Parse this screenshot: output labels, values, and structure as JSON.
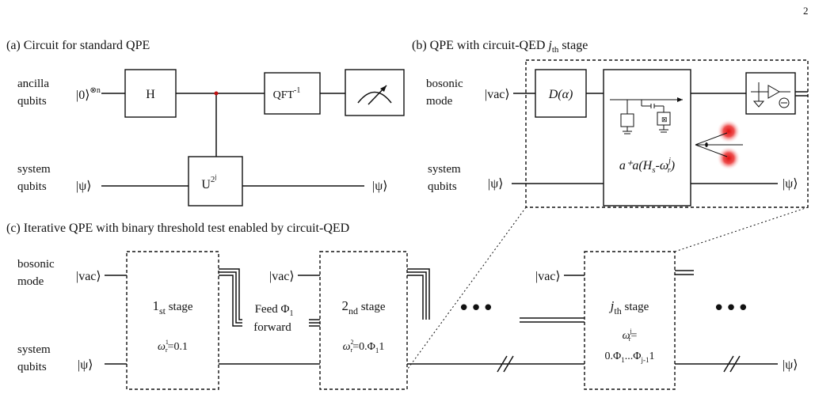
{
  "page_number": "2",
  "panel_a": {
    "caption": "(a) Circuit for standard QPE",
    "label_ancilla_1": "ancilla",
    "label_ancilla_2": "qubits",
    "label_system_1": "system",
    "label_system_2": "qubits",
    "ket_in_ancilla": "|0⟩",
    "ket_in_ancilla_sup": "⊗n",
    "ket_in_system": "|ψ⟩",
    "ket_out_system": "|ψ⟩",
    "gate_h": "H",
    "gate_u": "U",
    "gate_u_sup": "2",
    "gate_u_supsup": "j",
    "gate_qft": "QFT",
    "gate_qft_sup": "-1",
    "meter_icon": "measurement-meter-icon"
  },
  "panel_b": {
    "caption_prefix": "(b) QPE with circuit-QED ",
    "caption_j": "j",
    "caption_sub": "th",
    "caption_suffix": " stage",
    "label_bosonic_1": "bosonic",
    "label_bosonic_2": "mode",
    "label_system_1": "system",
    "label_system_2": "qubits",
    "ket_vac": "|vac⟩",
    "ket_in_system": "|ψ⟩",
    "ket_out_system": "|ψ⟩",
    "gate_displacement": "D(α)",
    "interaction": "a⁺a(H",
    "interaction_sub": "s",
    "interaction_mid": "-ω",
    "interaction_sup": "j",
    "interaction_sub2": "r",
    "interaction_end": ")"
  },
  "panel_c": {
    "caption": "(c) Iterative QPE with binary threshold test enabled by circuit-QED",
    "label_bosonic_1": "bosonic",
    "label_bosonic_2": "mode",
    "label_system_1": "system",
    "label_system_2": "qubits",
    "ket_vac_1": "|vac⟩",
    "ket_vac_2": "|vac⟩",
    "ket_vac_3": "|vac⟩",
    "ket_in_system": "|ψ⟩",
    "ket_out_system": "|ψ⟩",
    "stage1_num": "1",
    "stage1_sub": "st",
    "stage1_word": " stage",
    "stage1_eq_omega": "ω",
    "stage1_eq_sup": "1",
    "stage1_eq_sub": "r",
    "stage1_eq_val": "=0.1",
    "feed_1": "Feed Φ",
    "feed_sub": "1",
    "feed_2": "forward",
    "stage2_num": "2",
    "stage2_sub": "nd",
    "stage2_word": " stage",
    "stage2_eq_omega": "ω",
    "stage2_eq_sup": "2",
    "stage2_eq_sub": "r",
    "stage2_eq_val": "=0.Φ",
    "stage2_eq_sub2": "1",
    "stage2_eq_end": "1",
    "stagej_num": "j",
    "stagej_sub": "th",
    "stagej_word": " stage",
    "stagej_eq_omega": "ω",
    "stagej_eq_sup": "j",
    "stagej_eq_sub": "r",
    "stagej_eq_val": "=",
    "stagej_eq2_a": "0.Φ",
    "stagej_eq2_a_sub": "1",
    "stagej_eq2_b": "...Φ",
    "stagej_eq2_b_sub": "j-1",
    "stagej_eq2_c": "1",
    "ellipsis_1": "•••",
    "ellipsis_2": "•••"
  }
}
